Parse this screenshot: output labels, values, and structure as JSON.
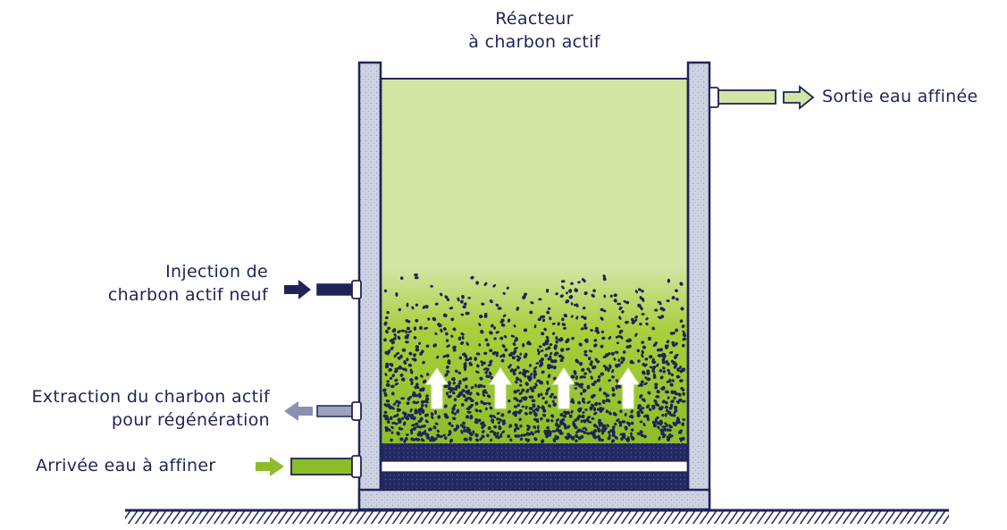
{
  "title": {
    "line1": "Réacteur",
    "line2": "à charbon actif"
  },
  "labels": {
    "outlet": "Sortie eau affinée",
    "injection_line1": "Injection de",
    "injection_line2": "charbon actif neuf",
    "extraction_line1": "Extraction du charbon actif",
    "extraction_line2": "pour régénération",
    "inlet": "Arrivée eau à affiner"
  },
  "colors": {
    "navy": "#1f2456",
    "water": "#d3e4a3",
    "lime": "#8dbd2a",
    "wall": "#cdd3e3",
    "grey_arrow": "#8892b0"
  }
}
